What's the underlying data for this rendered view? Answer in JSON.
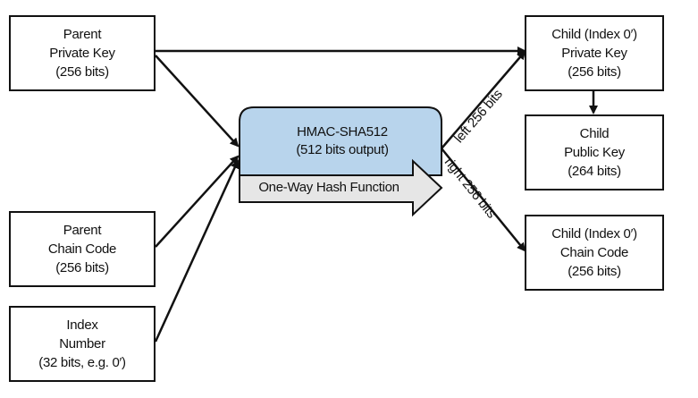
{
  "nodes": {
    "parent_private_key": [
      "Parent",
      "Private Key",
      "(256 bits)"
    ],
    "parent_chain_code": [
      "Parent",
      "Chain Code",
      "(256 bits)"
    ],
    "index_number": [
      "Index",
      "Number",
      "(32 bits, e.g. 0′)"
    ],
    "child_private_key": [
      "Child (Index 0′)",
      "Private Key",
      "(256 bits)"
    ],
    "child_public_key": [
      "Child",
      "Public Key",
      "(264 bits)"
    ],
    "child_chain_code": [
      "Child (Index 0′)",
      "Chain Code",
      "(256 bits)"
    ]
  },
  "hmac": {
    "title": "HMAC-SHA512",
    "subtitle": "(512 bits output)",
    "arrow_label": "One-Way Hash Function"
  },
  "edges": {
    "left_label": "left 256 bits",
    "right_label": "right 256 bits"
  },
  "colors": {
    "hmac_fill": "#b8d4ec",
    "arrow_fill": "#e6e6e6",
    "stroke": "#111111"
  }
}
